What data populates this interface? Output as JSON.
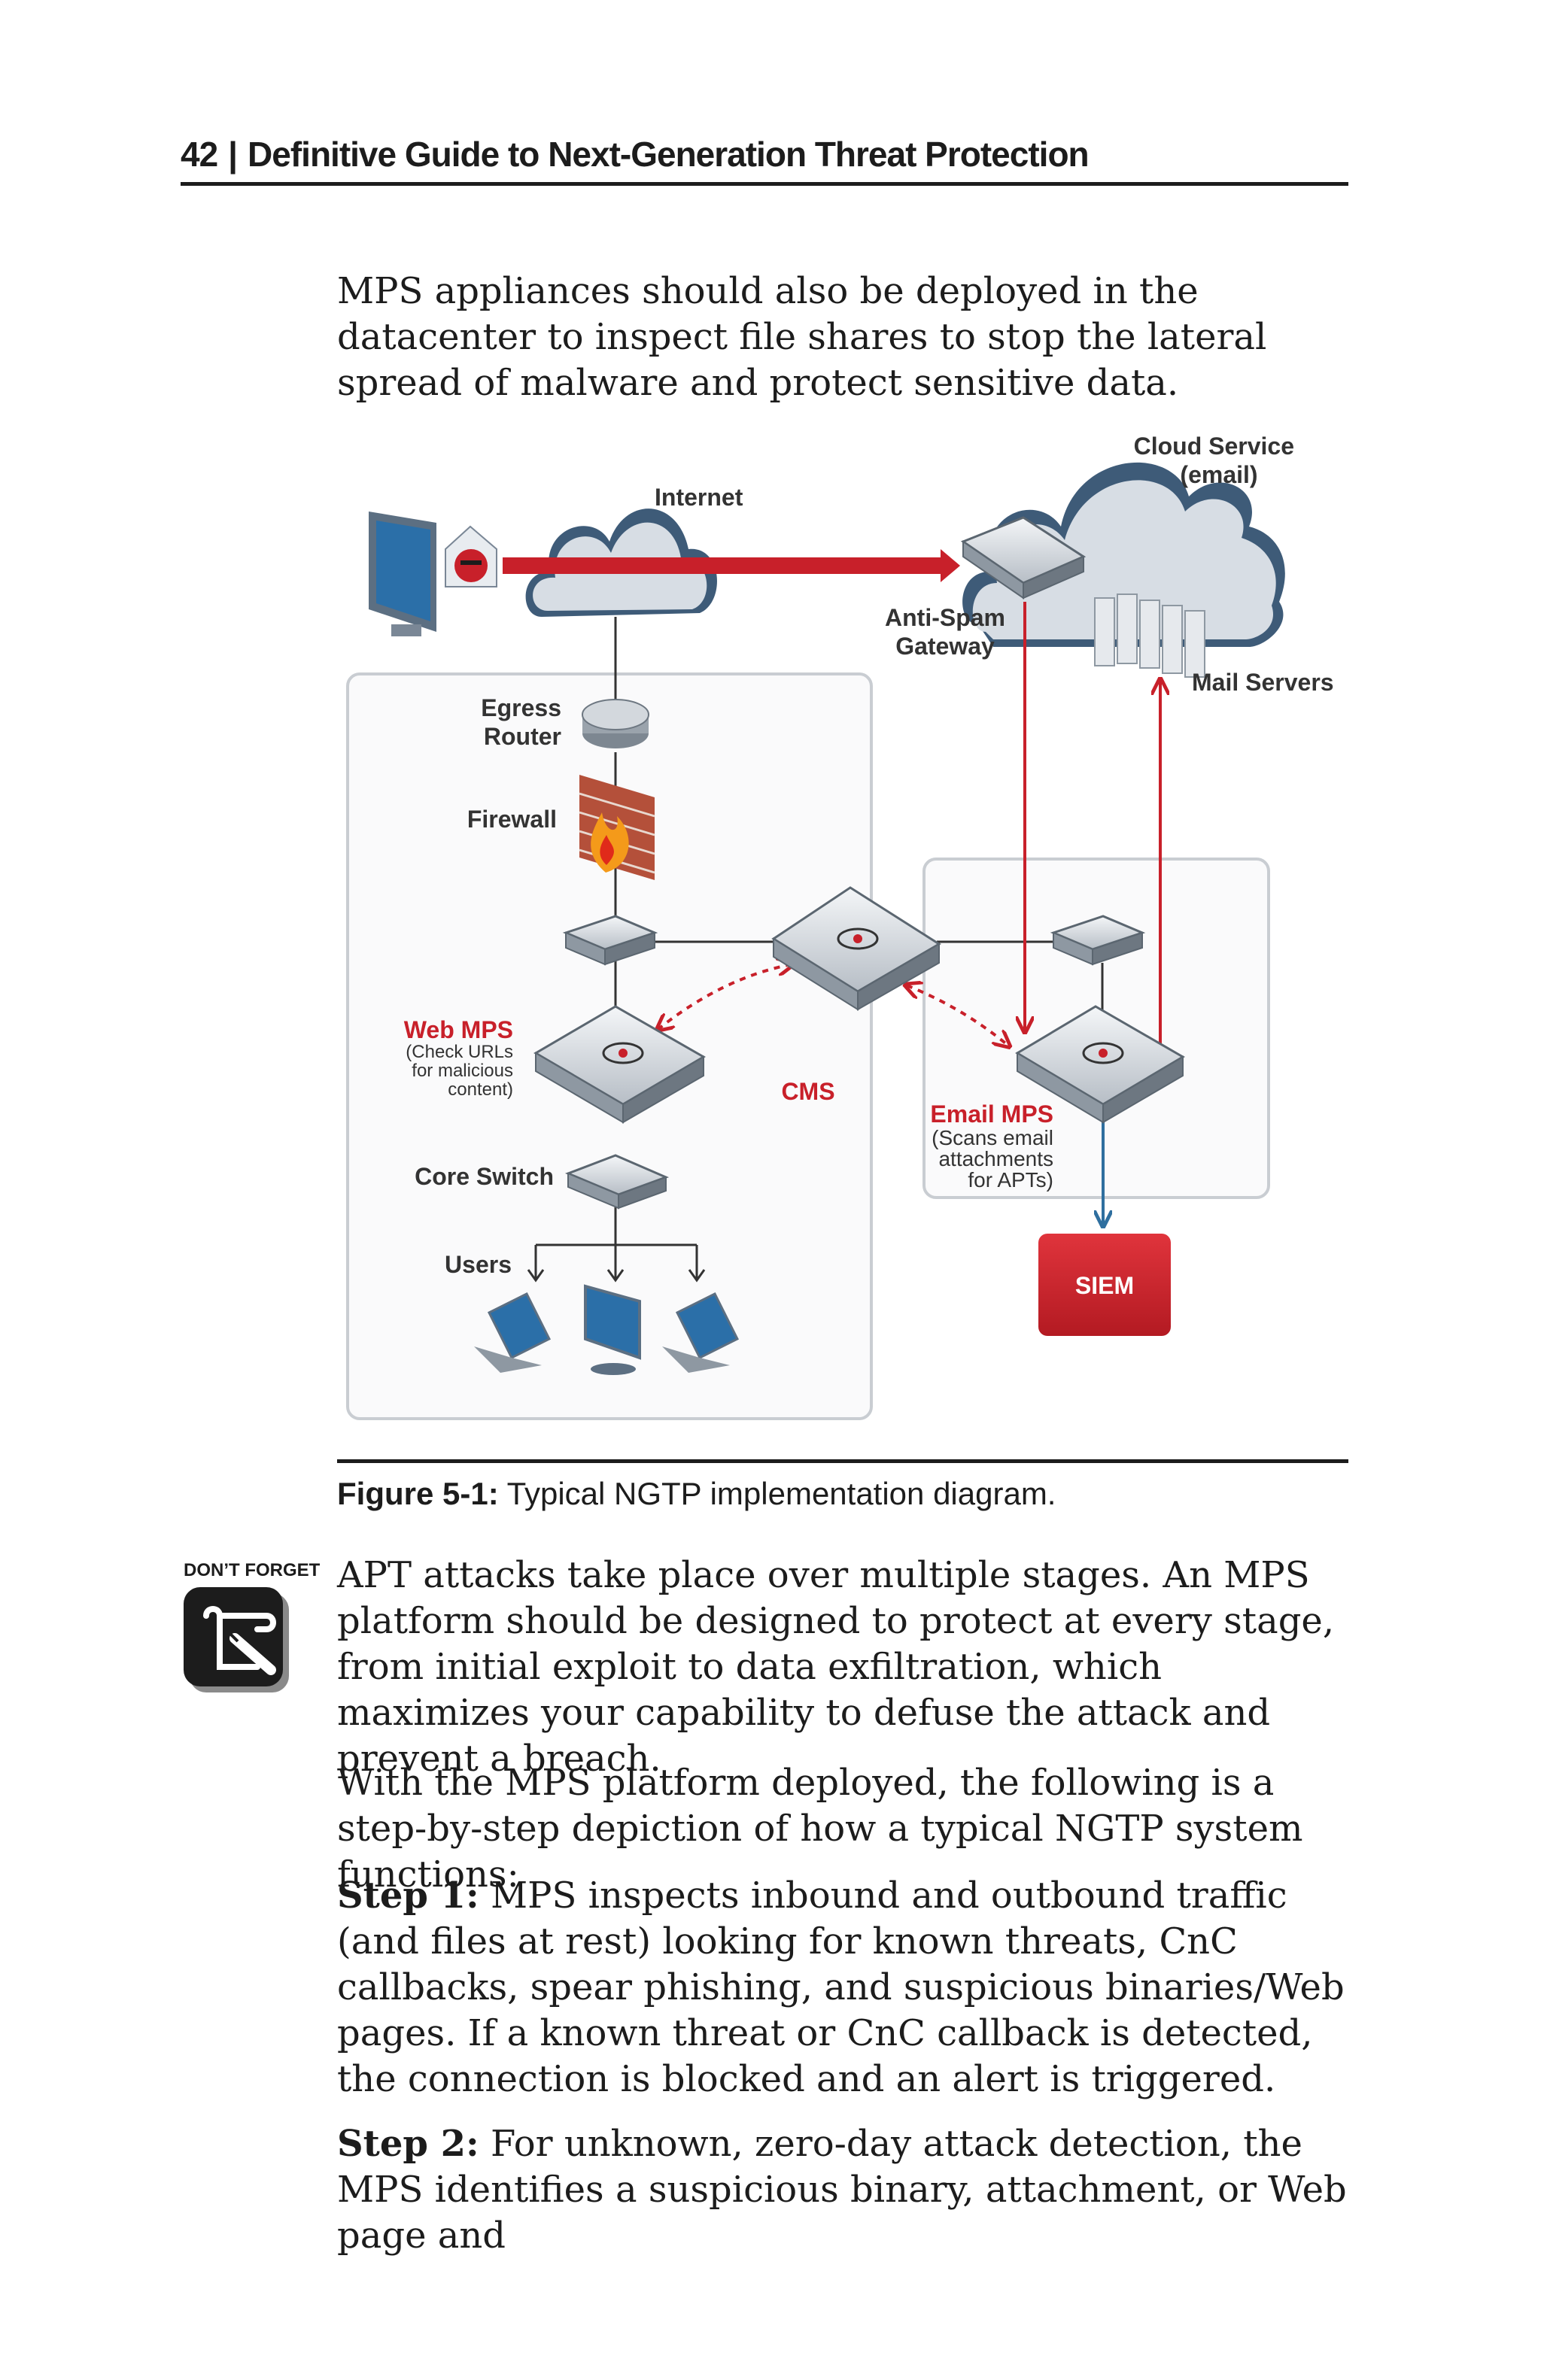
{
  "header": {
    "page_number": "42",
    "separator": "|",
    "book_title": "Definitive Guide to Next-Generation Threat Protection"
  },
  "intro_paragraph": "MPS appliances should also be deployed in the datacenter to inspect file shares to stop the lateral spread of malware and protect sensitive data.",
  "diagram": {
    "labels": {
      "internet": "Internet",
      "cloud_service_line1": "Cloud Service",
      "cloud_service_line2": "(email)",
      "anti_spam_line1": "Anti-Spam",
      "anti_spam_line2": "Gateway",
      "mail_servers": "Mail Servers",
      "egress_line1": "Egress",
      "egress_line2": "Router",
      "firewall": "Firewall",
      "web_mps": "Web MPS",
      "web_mps_note1": "(Check URLs",
      "web_mps_note2": "for malicious",
      "web_mps_note3": "content)",
      "cms": "CMS",
      "email_mps": "Email MPS",
      "email_mps_note1": "(Scans email",
      "email_mps_note2": "attachments",
      "email_mps_note3": "for APTs)",
      "core_switch": "Core Switch",
      "users": "Users",
      "siem": "SIEM"
    },
    "colors": {
      "accent_red": "#c8202a",
      "link_blue": "#2f6f9f",
      "cloud_dark": "#3e5b78",
      "cloud_light": "#d7dde4"
    }
  },
  "figure": {
    "label": "Figure 5-1:",
    "caption": "Typical NGTP implementation diagram."
  },
  "callout": {
    "label": "DON’T FORGET",
    "icon": "scroll-pencil-icon"
  },
  "paragraphs": {
    "p2": "APT attacks take place over multiple stages. An MPS platform should be designed to protect at every stage, from initial exploit to data exfiltration, which maximizes your capability to defuse the attack and prevent a breach.",
    "p3": "With the MPS platform deployed, the following is a step-by-step depiction of how a typical NGTP system functions:",
    "step1_label": "Step 1:",
    "step1_text": "MPS inspects inbound and outbound traffic (and files at rest) looking for known threats, CnC callbacks, spear phishing, and suspicious binaries/Web pages. If a known threat or CnC callback is detected, the connection is blocked and an alert is triggered.",
    "step2_label": "Step 2:",
    "step2_text": "For unknown, zero-day attack detection, the MPS identifies a suspicious binary, attachment, or Web page and"
  }
}
